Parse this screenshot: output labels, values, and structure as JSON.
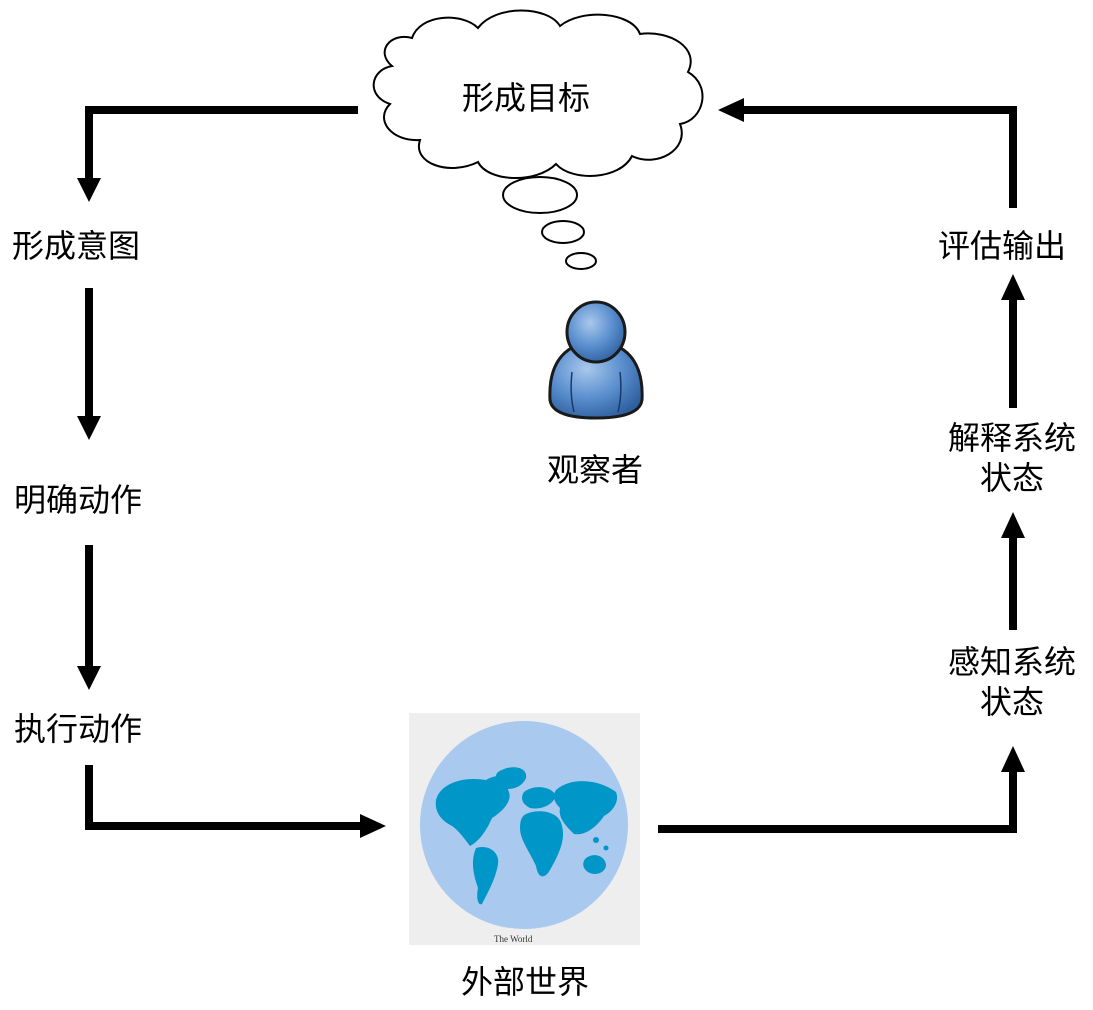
{
  "observer": {
    "goal": "形成目标",
    "label": "观察者",
    "icon": "person-icon"
  },
  "execution_path": {
    "intention": "形成意图",
    "specify_action": "明确动作",
    "execute_action": "执行动作"
  },
  "evaluation_path": {
    "perceive_line1": "感知系统",
    "perceive_line2": "状态",
    "interpret_line1": "解释系统",
    "interpret_line2": "状态",
    "evaluate": "评估输出"
  },
  "world": {
    "label": "外部世界",
    "map_caption": "The World",
    "icon": "world-map-icon"
  },
  "colors": {
    "arrow": "#000000",
    "person_fill": "#4a7fc0",
    "globe_fill": "#a9c9ee",
    "continent_fill": "#0096c8",
    "globe_bg": "#eeeeee"
  }
}
